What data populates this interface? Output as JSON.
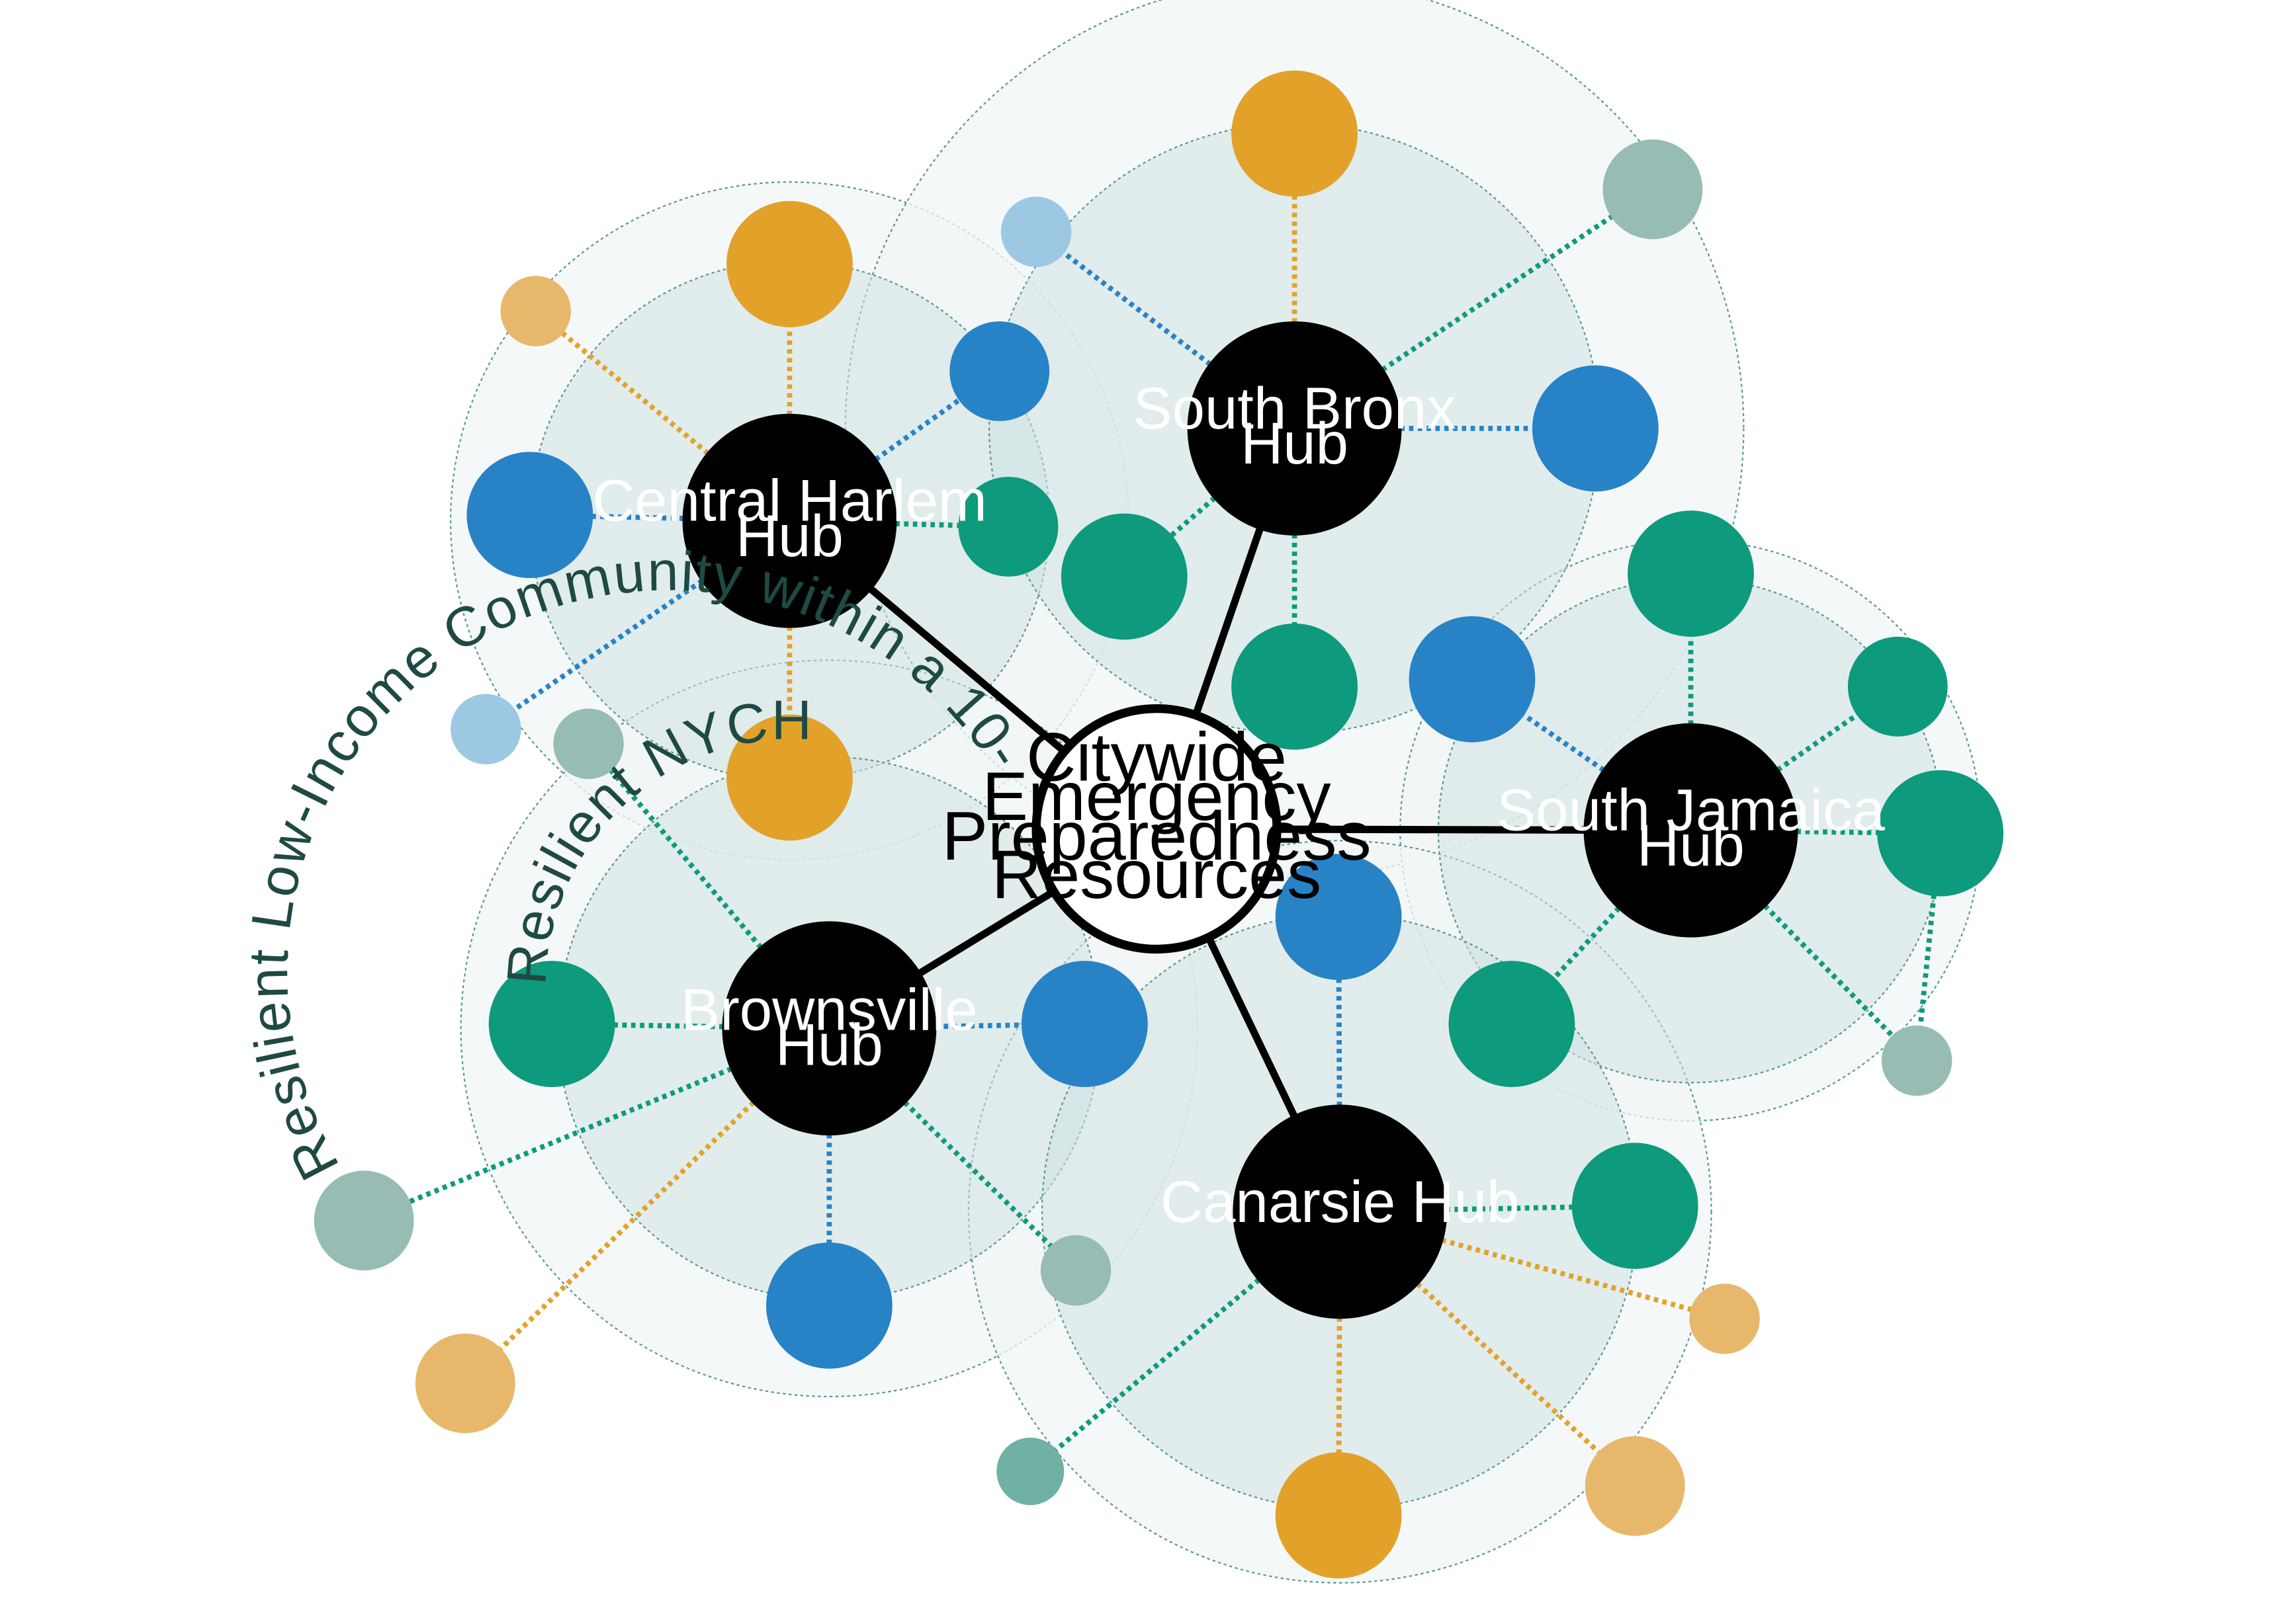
{
  "colors": {
    "orange": "#e2a22a",
    "light_orange": "#e7b86c",
    "blue": "#2783c6",
    "light_blue": "#9cc8e3",
    "green": "#0e9a7c",
    "sage": "#97bcb3",
    "teal_small": "#6fb1a3",
    "hub": "#000000",
    "center_fill": "#ffffff",
    "walk_zone_fill": "#f1f6f6",
    "nycha_zone_fill": "#cfe2e1",
    "zone_stroke": "#5a9a92"
  },
  "center": {
    "lines": [
      "Citywide",
      "Emergency",
      "Preparedness",
      "Resources"
    ]
  },
  "hubs": [
    {
      "id": "central-harlem",
      "lines": [
        "Central Harlem",
        "Hub"
      ]
    },
    {
      "id": "south-bronx",
      "lines": [
        "South Bronx",
        "Hub"
      ]
    },
    {
      "id": "south-jamaica",
      "lines": [
        "South Jamaica",
        "Hub"
      ]
    },
    {
      "id": "brownsville",
      "lines": [
        "Brownsville",
        "Hub"
      ]
    },
    {
      "id": "canarsie",
      "lines": [
        "Canarsie Hub"
      ]
    }
  ],
  "zone_labels": {
    "walk": "Resilient Low-Income Community within a 10-minute walk of the Hub",
    "nycha": "Resilient NYCHA Community"
  }
}
